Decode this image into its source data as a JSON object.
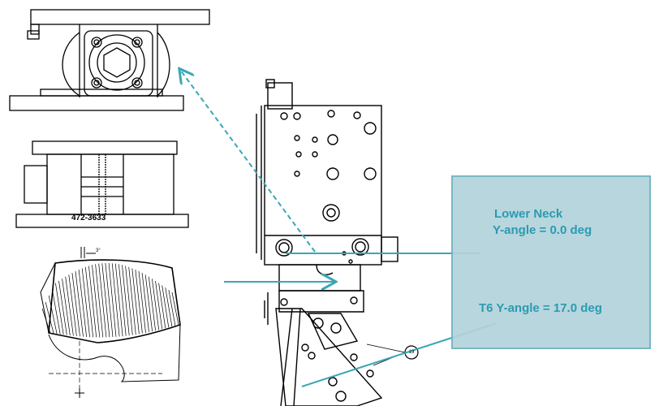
{
  "callout": {
    "lower_neck_title": "Lower Neck",
    "lower_neck_angle": "Y-angle = 0.0 deg",
    "t6_angle": "T6 Y-angle = 17.0 deg"
  },
  "detail_views": {
    "part_number": "472-3633",
    "tilt_angle": "3°"
  },
  "balloon_number": "19",
  "colors": {
    "callout_fill": "#b3d3dc",
    "callout_border": "#6fb3bd",
    "label_text": "#2a9bb0",
    "leader_line": "#3aa6b5",
    "drawing_line": "#000000"
  }
}
